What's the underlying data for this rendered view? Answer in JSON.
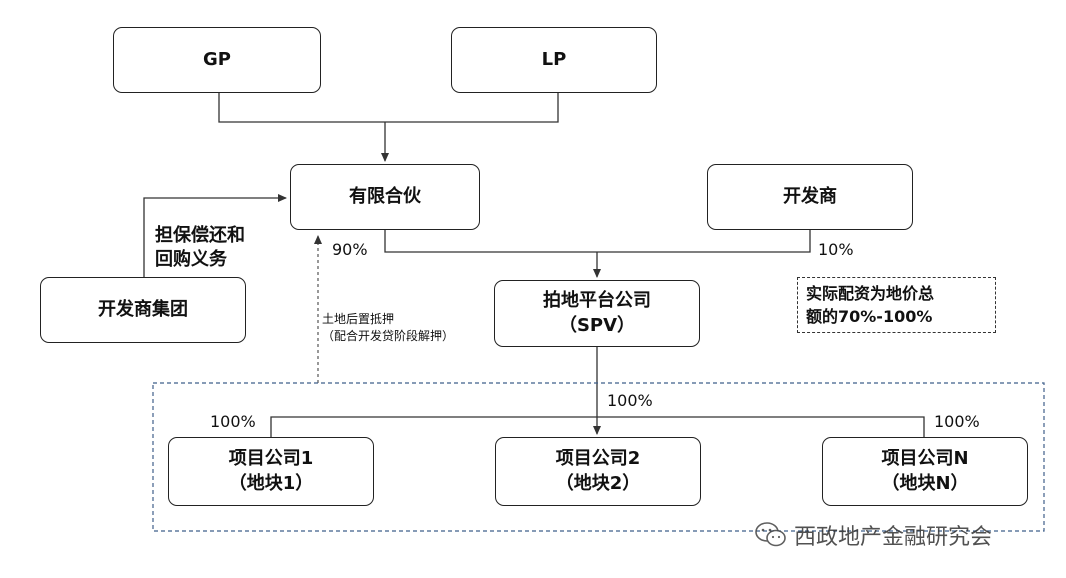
{
  "nodes": {
    "gp": "GP",
    "lp": "LP",
    "partnership": "有限合伙",
    "developer": "开发商",
    "developer_group": "开发商集团",
    "platform_line1": "拍地平台公司",
    "platform_line2": "（SPV）",
    "project1_line1": "项目公司1",
    "project1_line2": "（地块1）",
    "project2_line1": "项目公司2",
    "project2_line2": "（地块2）",
    "projectn_line1": "项目公司N",
    "projectn_line2": "（地块N）"
  },
  "labels": {
    "guarantee_line1": "担保偿还和",
    "guarantee_line2": "回购义务",
    "share_partnership": "90%",
    "share_developer": "10%",
    "share_spv": "100%",
    "share_p1": "100%",
    "share_pn": "100%",
    "mortgage_line1": "土地后置抵押",
    "mortgage_line2": "（配合开发贷阶段解押）"
  },
  "note": {
    "line1": "实际配资为地价总",
    "line2": "额的70%-100%"
  },
  "watermark": {
    "text": "西政地产金融研究会",
    "icon": "wechat-icon"
  },
  "colors": {
    "box_border": "#222222",
    "group_dashed_border": "#3f5f8a",
    "line": "#333333"
  }
}
